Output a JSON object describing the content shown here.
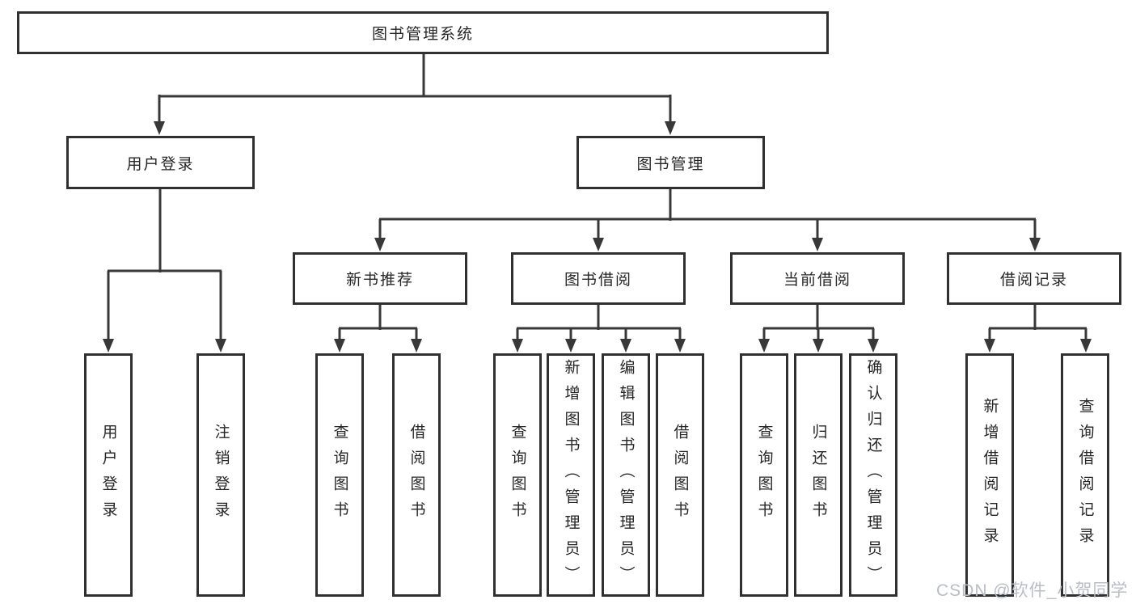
{
  "diagram": {
    "root": {
      "label": "图书管理系统"
    },
    "level2": [
      {
        "label": "用户登录"
      },
      {
        "label": "图书管理"
      }
    ],
    "level3": [
      {
        "label": "新书推荐"
      },
      {
        "label": "图书借阅"
      },
      {
        "label": "当前借阅"
      },
      {
        "label": "借阅记录"
      }
    ],
    "leaves": {
      "user": [
        {
          "label": "用户登录"
        },
        {
          "label": "注销登录"
        }
      ],
      "newbook": [
        {
          "label": "查询图书"
        },
        {
          "label": "借阅图书"
        }
      ],
      "borrow": [
        {
          "label": "查询图书"
        },
        {
          "label": "新增图书（管理员）"
        },
        {
          "label": "编辑图书（管理员）"
        },
        {
          "label": "借阅图书"
        }
      ],
      "current": [
        {
          "label": "查询图书"
        },
        {
          "label": "归还图书"
        },
        {
          "label": "确认归还（管理员）"
        }
      ],
      "record": [
        {
          "label": "新增借阅记录"
        },
        {
          "label": "查询借阅记录"
        }
      ]
    }
  },
  "watermark": {
    "text": "CSDN @软件_小贺同学"
  },
  "colors": {
    "line": "#383838",
    "box_border": "#303030",
    "box_fill": "#ffffff",
    "text": "#262626",
    "watermark": "#b9bdc6",
    "background": "#ffffff"
  }
}
